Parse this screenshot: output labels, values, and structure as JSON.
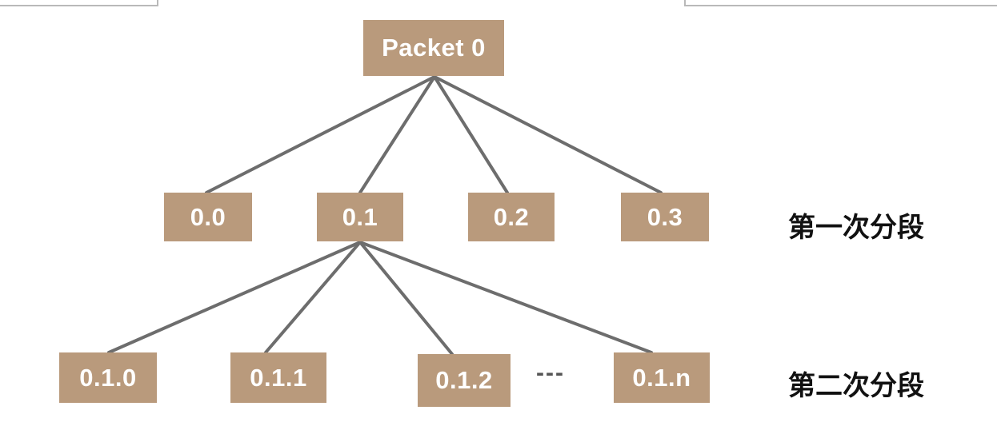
{
  "colors": {
    "node_fill": "#b99a7c",
    "node_text": "#ffffff",
    "edge": "#6d6d6d",
    "label_text": "#111111"
  },
  "nodes": {
    "root": "Packet 0",
    "l1_0": "0.0",
    "l1_1": "0.1",
    "l1_2": "0.2",
    "l1_3": "0.3",
    "l2_0": "0.1.0",
    "l2_1": "0.1.1",
    "l2_2": "0.1.2",
    "l2_n": "0.1.n"
  },
  "ellipsis": "---",
  "levels": {
    "first": "第一次分段",
    "second": "第二次分段"
  }
}
